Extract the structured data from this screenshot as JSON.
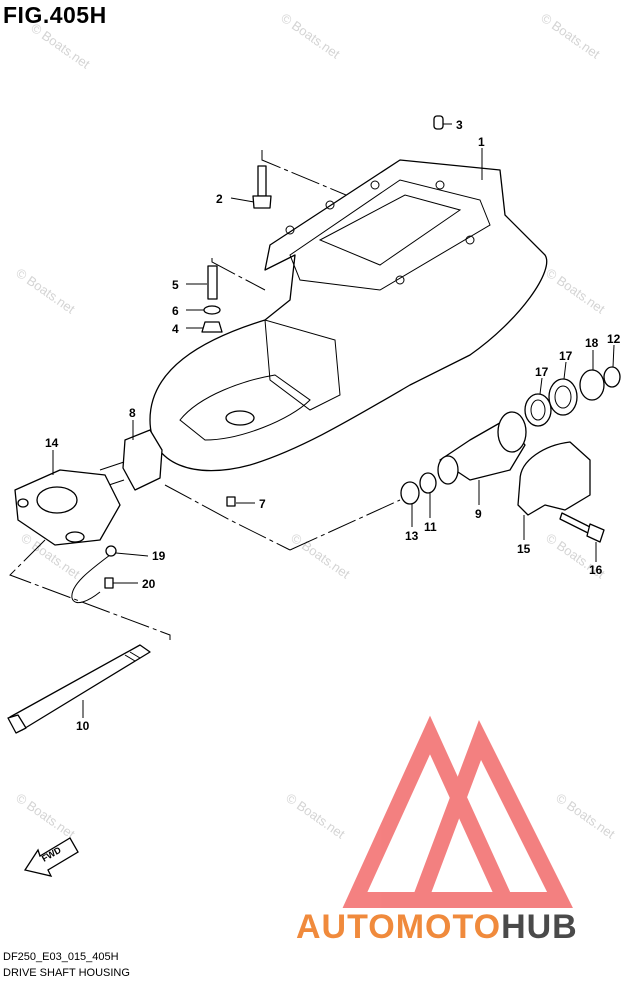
{
  "figure": {
    "title": "FIG.405H",
    "code": "DF250_E03_015_405H",
    "name": "DRIVE SHAFT HOUSING"
  },
  "watermark": {
    "text": "© Boats.net"
  },
  "fwd_label": "FWD",
  "brand": {
    "part1": "AUTOMOTO",
    "part2": "HUB",
    "color_primary": "#f08a3c",
    "color_secondary": "#4a4a4a",
    "logo_color": "#f05a5a"
  },
  "callouts": [
    {
      "id": "c1",
      "label": "1"
    },
    {
      "id": "c2",
      "label": "2"
    },
    {
      "id": "c3",
      "label": "3"
    },
    {
      "id": "c4",
      "label": "4"
    },
    {
      "id": "c5",
      "label": "5"
    },
    {
      "id": "c6",
      "label": "6"
    },
    {
      "id": "c7",
      "label": "7"
    },
    {
      "id": "c8",
      "label": "8"
    },
    {
      "id": "c9",
      "label": "9"
    },
    {
      "id": "c10",
      "label": "10"
    },
    {
      "id": "c11",
      "label": "11"
    },
    {
      "id": "c12",
      "label": "12"
    },
    {
      "id": "c13",
      "label": "13"
    },
    {
      "id": "c14",
      "label": "14"
    },
    {
      "id": "c15",
      "label": "15"
    },
    {
      "id": "c16",
      "label": "16"
    },
    {
      "id": "c17a",
      "label": "17"
    },
    {
      "id": "c17b",
      "label": "17"
    },
    {
      "id": "c18",
      "label": "18"
    },
    {
      "id": "c19",
      "label": "19"
    },
    {
      "id": "c20",
      "label": "20"
    }
  ]
}
